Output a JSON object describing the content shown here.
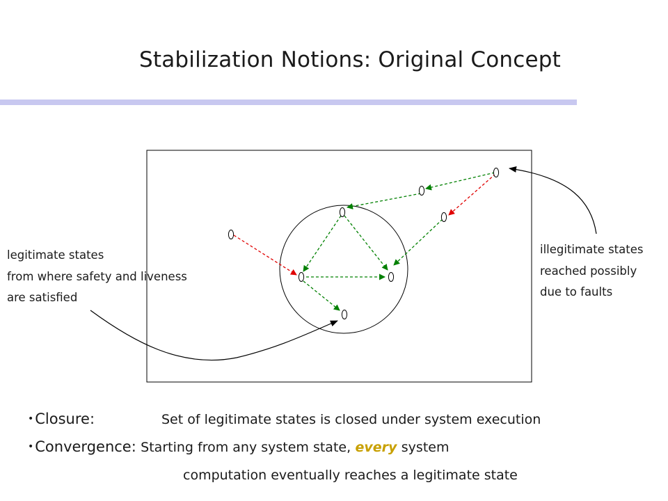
{
  "title": "Stabilization Notions: Original Concept",
  "colors": {
    "rule": "#c8c8f0",
    "safe_arrow": "#008000",
    "fault_arrow": "#e00000",
    "emphasis": "#c8a000"
  },
  "captions": {
    "legitimate": [
      "legitimate states",
      "from where safety and liveness",
      "are satisfied"
    ],
    "illegitimate": [
      "illegitimate states",
      "reached possibly",
      "due to faults"
    ]
  },
  "bullets": {
    "closure": {
      "term": "Closure:",
      "definition": "Set of legitimate states is closed under system execution"
    },
    "convergence": {
      "term": "Convergence:",
      "definition_before": "Starting from any system state,",
      "emphasis": "every",
      "definition_after": "system",
      "continuation": "computation eventually reaches a legitimate state"
    }
  }
}
